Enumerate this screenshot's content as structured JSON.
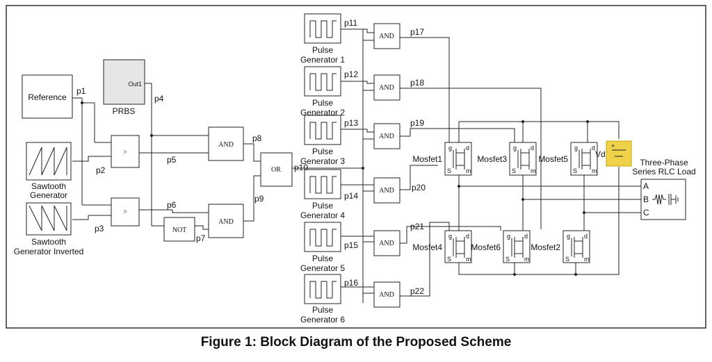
{
  "caption": "Figure 1: Block Diagram of the Proposed Scheme",
  "blocks": {
    "reference": "Reference",
    "prbs_port": "Out1",
    "prbs": "PRBS",
    "sawtooth_l1": "Sawtooth",
    "sawtooth_l2": "Generator",
    "sawtooth_inv_l1": "Sawtooth",
    "sawtooth_inv_l2": "Generator Inverted",
    "comparator": ">",
    "not_gate": "NOT",
    "and_gate": "AND",
    "or_gate": "OR",
    "pulse": [
      "Pulse",
      "Pulse",
      "Pulse",
      "Pulse",
      "Pulse",
      "Pulse"
    ],
    "pulse_gen": [
      "Generator 1",
      "Generator 2",
      "Generator 3",
      "Generator 4",
      "Generator 5",
      "Generator 6"
    ],
    "mosfets": [
      "Mosfet1",
      "Mosfet3",
      "Mosfet5",
      "Mosfet4",
      "Mosfet6",
      "Mosfet2"
    ],
    "mos_pins": [
      "g",
      "d",
      "S",
      "m"
    ],
    "vd": "Vd",
    "load_l1": "Three-Phase",
    "load_l2": "Series RLC Load",
    "load_ports": [
      "A",
      "B",
      "C"
    ],
    "battery_sign": "+"
  },
  "signals": [
    "p1",
    "p2",
    "p3",
    "p4",
    "p5",
    "p6",
    "p7",
    "p8",
    "p9",
    "p10",
    "p11",
    "p12",
    "p13",
    "p14",
    "p15",
    "p16",
    "p17",
    "p18",
    "p19",
    "p20",
    "p21",
    "p22"
  ]
}
